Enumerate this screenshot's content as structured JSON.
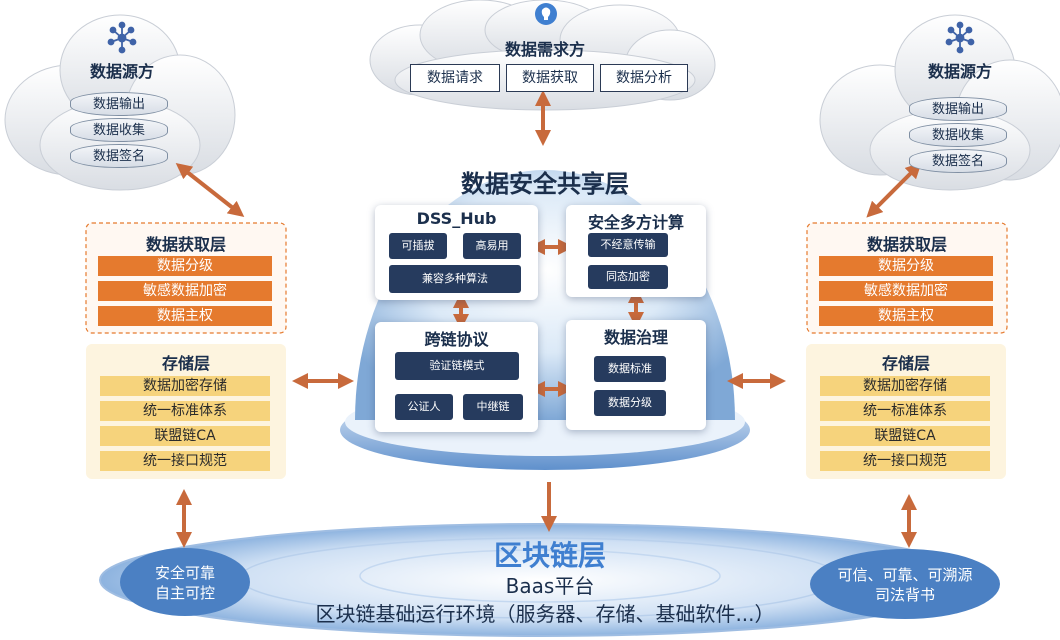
{
  "left_source": {
    "title": "数据源方",
    "items": [
      "数据输出",
      "数据收集",
      "数据签名"
    ]
  },
  "right_source": {
    "title": "数据源方",
    "items": [
      "数据输出",
      "数据收集",
      "数据签名"
    ]
  },
  "demand": {
    "title": "数据需求方",
    "items": [
      "数据请求",
      "数据获取",
      "数据分析"
    ]
  },
  "left_acquire": {
    "title": "数据获取层",
    "items": [
      "数据分级",
      "敏感数据加密",
      "数据主权"
    ]
  },
  "right_acquire": {
    "title": "数据获取层",
    "items": [
      "数据分级",
      "敏感数据加密",
      "数据主权"
    ]
  },
  "left_storage": {
    "title": "存储层",
    "items": [
      "数据加密存储",
      "统一标准体系",
      "联盟链CA",
      "统一接口规范"
    ]
  },
  "right_storage": {
    "title": "存储层",
    "items": [
      "数据加密存储",
      "统一标准体系",
      "联盟链CA",
      "统一接口规范"
    ]
  },
  "share_layer": {
    "title": "数据安全共享层"
  },
  "dss_hub": {
    "title": "DSS_Hub",
    "items": [
      "可插拔",
      "高易用",
      "兼容多种算法"
    ]
  },
  "mpc": {
    "title": "安全多方计算",
    "items": [
      "不经意传输",
      "同态加密"
    ]
  },
  "cross_chain": {
    "title": "跨链协议",
    "items": [
      "验证链模式",
      "公证人",
      "中继链"
    ]
  },
  "governance": {
    "title": "数据治理",
    "items": [
      "数据标准",
      "数据分级"
    ]
  },
  "blockchain": {
    "title": "区块链层",
    "subtitle": "Baas平台",
    "description": "区块链基础运行环境（服务器、存储、基础软件...）",
    "left_oval": [
      "安全可靠",
      "自主可控"
    ],
    "right_oval": [
      "可信、可靠、可溯源",
      "司法背书"
    ]
  },
  "colors": {
    "orange": "#e57a2e",
    "yellow": "#f6d37c",
    "navy": "#263b5e",
    "blue": "#4b80c3",
    "arrow": "#c86a3c"
  },
  "icons": {
    "cloud_network": "network-icon",
    "lightbulb": "lightbulb-icon"
  }
}
